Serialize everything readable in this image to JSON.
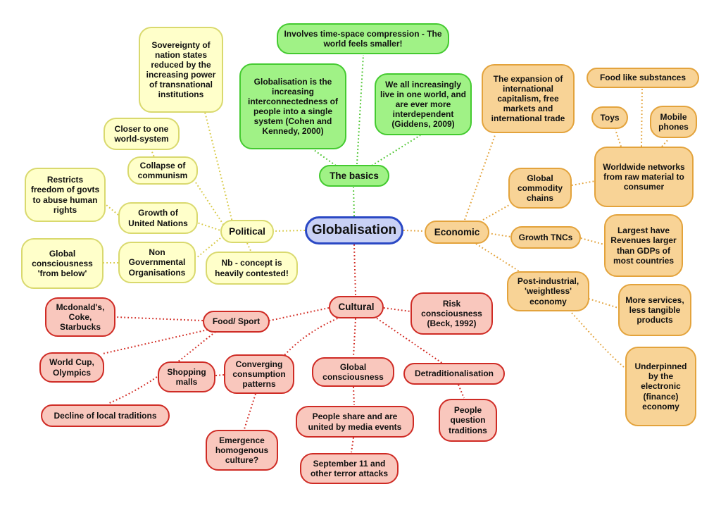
{
  "title": "Globalisation mind map",
  "colors": {
    "center_fill": "#c9d1f5",
    "center_border": "#2a48c4",
    "basics_fill": "#a0f286",
    "basics_border": "#44ca30",
    "basics_line": "#4cc52f",
    "political_fill": "#ffffca",
    "political_border": "#d9d96e",
    "political_line": "#d8ca48",
    "economic_fill": "#f8d396",
    "economic_border": "#e3a33c",
    "economic_line": "#e3a33c",
    "cultural_fill": "#f9c7bd",
    "cultural_border": "#cf2b25",
    "cultural_line": "#d22c24",
    "text": "#111111",
    "background": "#ffffff"
  },
  "nodes": {
    "globalisation": {
      "label": "Globalisation"
    },
    "the_basics": {
      "label": "The basics"
    },
    "time_space": {
      "label": "Involves time-space compression - The world feels smaller!"
    },
    "cohen_kennedy": {
      "label": "Globalisation is the increasing interconnectedness of people into a single system (Cohen and Kennedy, 2000)"
    },
    "giddens": {
      "label": "We all increasingly live in one world, and are ever more interdependent (Giddens, 2009)"
    },
    "political": {
      "label": "Political"
    },
    "sovereignty": {
      "label": "Sovereignty of nation states reduced by the increasing power of transnational institutions"
    },
    "closer_world_system": {
      "label": "Closer to one world-system"
    },
    "collapse_communism": {
      "label": "Collapse of communism"
    },
    "restricts_freedom": {
      "label": "Restricts freedom of govts to abuse human rights"
    },
    "growth_un": {
      "label": "Growth of United Nations"
    },
    "global_consciousness_below": {
      "label": "Global consciousness 'from below'"
    },
    "ngo": {
      "label": "Non Governmental Organisations"
    },
    "nb_contested": {
      "label": "Nb - concept is heavily contested!"
    },
    "economic": {
      "label": "Economic"
    },
    "expansion": {
      "label": "The expansion of international capitalism, free markets and international trade"
    },
    "global_commodity_chains": {
      "label": "Global commodity chains"
    },
    "worldwide_networks": {
      "label": "Worldwide networks from raw material to consumer"
    },
    "food_like": {
      "label": "Food like substances"
    },
    "toys": {
      "label": "Toys"
    },
    "mobile_phones": {
      "label": "Mobile phones"
    },
    "growth_tncs": {
      "label": "Growth TNCs"
    },
    "largest_revenues": {
      "label": "Largest have Revenues larger than GDPs of most countries"
    },
    "post_industrial": {
      "label": "Post-industrial, 'weightless' economy"
    },
    "more_services": {
      "label": "More services, less tangible products"
    },
    "underpinned": {
      "label": "Underpinned by the electronic (finance) economy"
    },
    "cultural": {
      "label": "Cultural"
    },
    "risk_consciousness": {
      "label": "Risk consciousness (Beck, 1992)"
    },
    "food_sport": {
      "label": "Food/ Sport"
    },
    "mcdonalds": {
      "label": "Mcdonald's, Coke, Starbucks"
    },
    "world_cup": {
      "label": "World Cup, Olympics"
    },
    "decline_traditions": {
      "label": "Decline of local traditions"
    },
    "shopping_malls": {
      "label": "Shopping malls"
    },
    "converging": {
      "label": "Converging consumption patterns"
    },
    "emergence": {
      "label": "Emergence homogenous culture?"
    },
    "global_consciousness": {
      "label": "Global consciousness"
    },
    "people_share": {
      "label": "People share and are united by media events"
    },
    "september_11": {
      "label": "September 11 and other terror attacks"
    },
    "detraditionalisation": {
      "label": "Detraditionalisation"
    },
    "people_question": {
      "label": "People question traditions"
    }
  },
  "edges": [
    {
      "from": "globalisation",
      "to": "the_basics"
    },
    {
      "from": "the_basics",
      "to": "time_space"
    },
    {
      "from": "the_basics",
      "to": "cohen_kennedy"
    },
    {
      "from": "the_basics",
      "to": "giddens"
    },
    {
      "from": "globalisation",
      "to": "political"
    },
    {
      "from": "political",
      "to": "sovereignty"
    },
    {
      "from": "political",
      "to": "collapse_communism"
    },
    {
      "from": "political",
      "to": "growth_un"
    },
    {
      "from": "political",
      "to": "ngo"
    },
    {
      "from": "political",
      "to": "nb_contested"
    },
    {
      "from": "collapse_communism",
      "to": "closer_world_system"
    },
    {
      "from": "growth_un",
      "to": "restricts_freedom"
    },
    {
      "from": "ngo",
      "to": "global_consciousness_below"
    },
    {
      "from": "globalisation",
      "to": "economic"
    },
    {
      "from": "economic",
      "to": "expansion"
    },
    {
      "from": "economic",
      "to": "global_commodity_chains"
    },
    {
      "from": "economic",
      "to": "growth_tncs"
    },
    {
      "from": "economic",
      "to": "post_industrial"
    },
    {
      "from": "global_commodity_chains",
      "to": "worldwide_networks"
    },
    {
      "from": "worldwide_networks",
      "to": "food_like"
    },
    {
      "from": "worldwide_networks",
      "to": "toys"
    },
    {
      "from": "worldwide_networks",
      "to": "mobile_phones"
    },
    {
      "from": "growth_tncs",
      "to": "largest_revenues"
    },
    {
      "from": "post_industrial",
      "to": "more_services"
    },
    {
      "from": "post_industrial",
      "to": "underpinned"
    },
    {
      "from": "globalisation",
      "to": "cultural"
    },
    {
      "from": "cultural",
      "to": "food_sport"
    },
    {
      "from": "cultural",
      "to": "risk_consciousness"
    },
    {
      "from": "cultural",
      "to": "global_consciousness"
    },
    {
      "from": "cultural",
      "to": "detraditionalisation"
    },
    {
      "from": "cultural",
      "to": "converging"
    },
    {
      "from": "food_sport",
      "to": "mcdonalds"
    },
    {
      "from": "food_sport",
      "to": "world_cup"
    },
    {
      "from": "food_sport",
      "to": "decline_traditions"
    },
    {
      "from": "converging",
      "to": "shopping_malls"
    },
    {
      "from": "converging",
      "to": "emergence"
    },
    {
      "from": "global_consciousness",
      "to": "people_share"
    },
    {
      "from": "people_share",
      "to": "september_11"
    },
    {
      "from": "detraditionalisation",
      "to": "people_question"
    }
  ]
}
